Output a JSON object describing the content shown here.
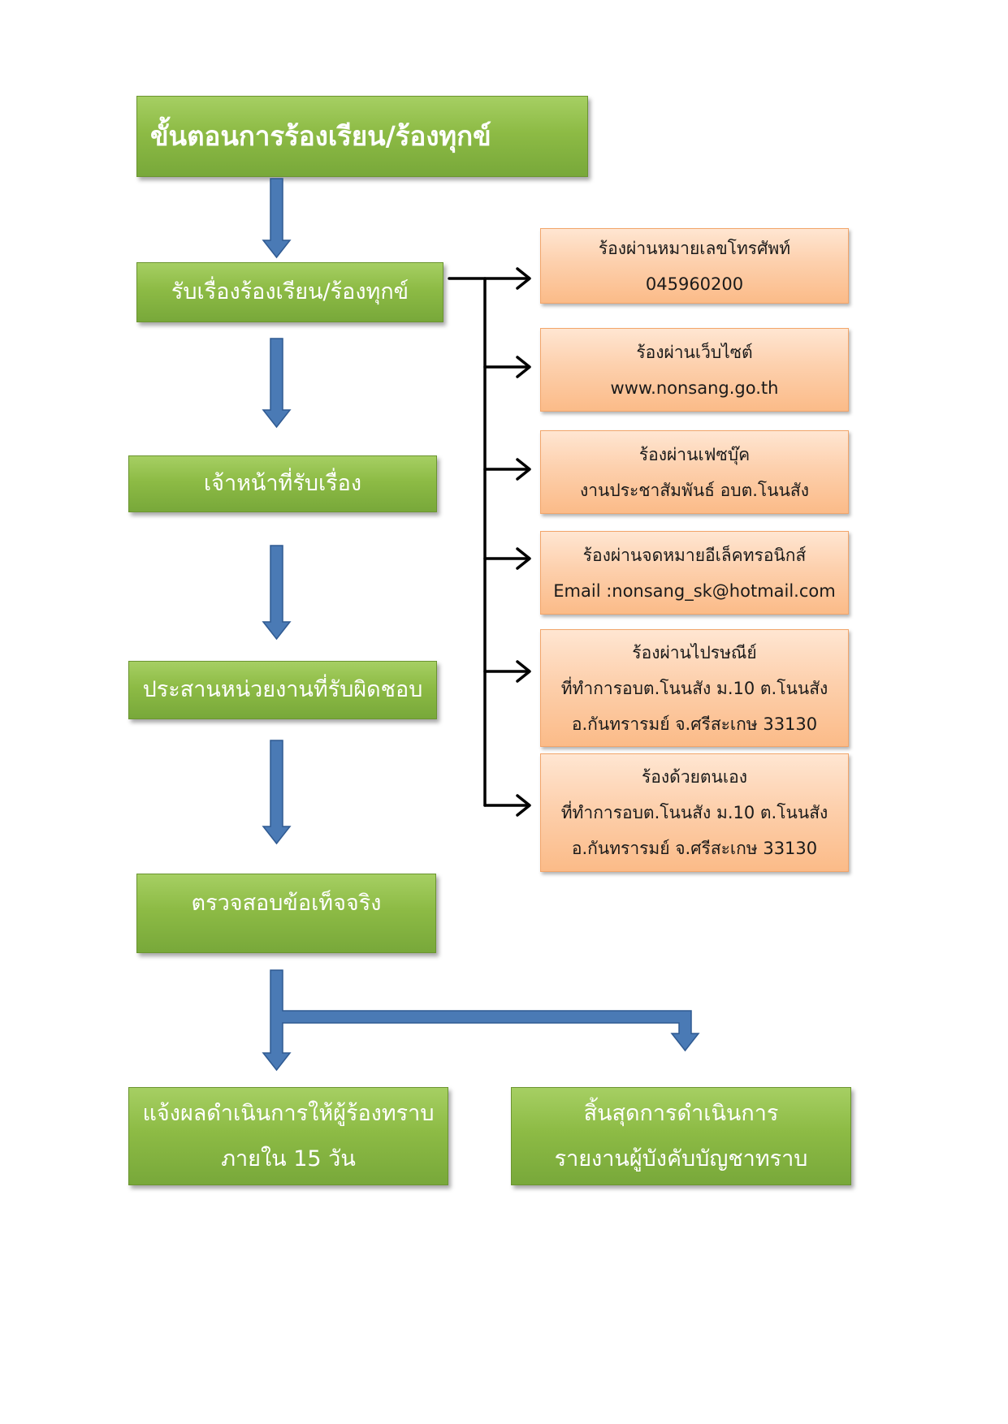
{
  "title": "ขั้นตอนการร้องเรียน/ร้องทุกข์",
  "steps": [
    {
      "lines": [
        "รับเรื่องร้องเรียน/ร้องทุกข์"
      ]
    },
    {
      "lines": [
        "เจ้าหน้าที่รับเรื่อง"
      ]
    },
    {
      "lines": [
        "ประสานหน่วยงานที่รับผิดชอบ"
      ]
    },
    {
      "lines": [
        "ตรวจสอบข้อเท็จจริง"
      ]
    },
    {
      "lines": [
        "แจ้งผลดำเนินการให้ผู้ร้องทราบ",
        "ภายใน 15 วัน"
      ]
    },
    {
      "lines": [
        "สิ้นสุดการดำเนินการ",
        "รายงานผู้บังคับบัญชาทราบ"
      ]
    }
  ],
  "channels": [
    {
      "lines": [
        "ร้องผ่านหมายเลขโทรศัพท์",
        "045960200"
      ]
    },
    {
      "lines": [
        "ร้องผ่านเว็บไซต์",
        "www.nonsang.go.th"
      ]
    },
    {
      "lines": [
        "ร้องผ่านเฟซบุ๊ค",
        "งานประชาสัมพันธ์ อบต.โนนสัง"
      ]
    },
    {
      "lines": [
        "ร้องผ่านจดหมายอีเล็คทรอนิกส์",
        "Email :nonsang_sk@hotmail.com"
      ]
    },
    {
      "lines": [
        "ร้องผ่านไปรษณีย์",
        "ที่ทำการอบต.โนนสัง ม.10 ต.โนนสัง",
        "อ.กันทรารมย์ จ.ศรีสะเกษ  33130"
      ]
    },
    {
      "lines": [
        "ร้องด้วยตนเอง",
        "ที่ทำการอบต.โนนสัง ม.10 ต.โนนสัง",
        "อ.กันทรารมย์ จ.ศรีสะเกษ  33130"
      ]
    }
  ],
  "colors": {
    "step_fill": "#8dbb45",
    "channel_fill": "#fdd0ad",
    "flow_arrow": "#4a7ab5",
    "connector": "#000000"
  }
}
